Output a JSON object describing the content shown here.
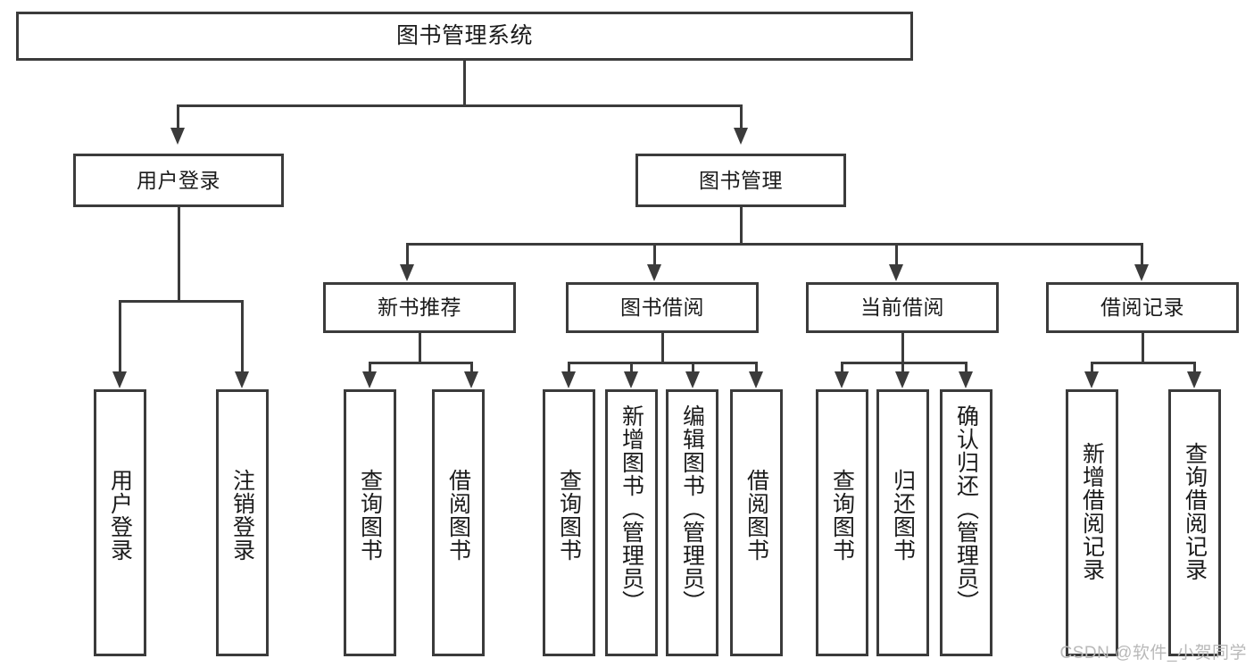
{
  "diagram": {
    "type": "tree-hierarchy",
    "title": "图书管理系统",
    "root": {
      "label": "图书管理系统"
    },
    "level2": [
      {
        "label": "用户登录"
      },
      {
        "label": "图书管理"
      }
    ],
    "level3": [
      {
        "label": "新书推荐"
      },
      {
        "label": "图书借阅"
      },
      {
        "label": "当前借阅"
      },
      {
        "label": "借阅记录"
      }
    ],
    "leaves": {
      "user_login": [
        {
          "label": "用户登录"
        },
        {
          "label": "注销登录"
        }
      ],
      "new_book_recommend": [
        {
          "label": "查询图书"
        },
        {
          "label": "借阅图书"
        }
      ],
      "book_borrow": [
        {
          "label": "查询图书"
        },
        {
          "label": "新增图书（管理员）"
        },
        {
          "label": "编辑图书（管理员）"
        },
        {
          "label": "借阅图书"
        }
      ],
      "current_borrow": [
        {
          "label": "查询图书"
        },
        {
          "label": "归还图书"
        },
        {
          "label": "确认归还（管理员）"
        }
      ],
      "borrow_record": [
        {
          "label": "新增借阅记录"
        },
        {
          "label": "查询借阅记录"
        }
      ]
    }
  },
  "watermark": {
    "text": "CSDN @软件_小贺同学"
  },
  "colors": {
    "border": "#3b3b3b",
    "background": "#ffffff",
    "text": "#1b1b1b",
    "watermark": "#b9b9b9"
  }
}
